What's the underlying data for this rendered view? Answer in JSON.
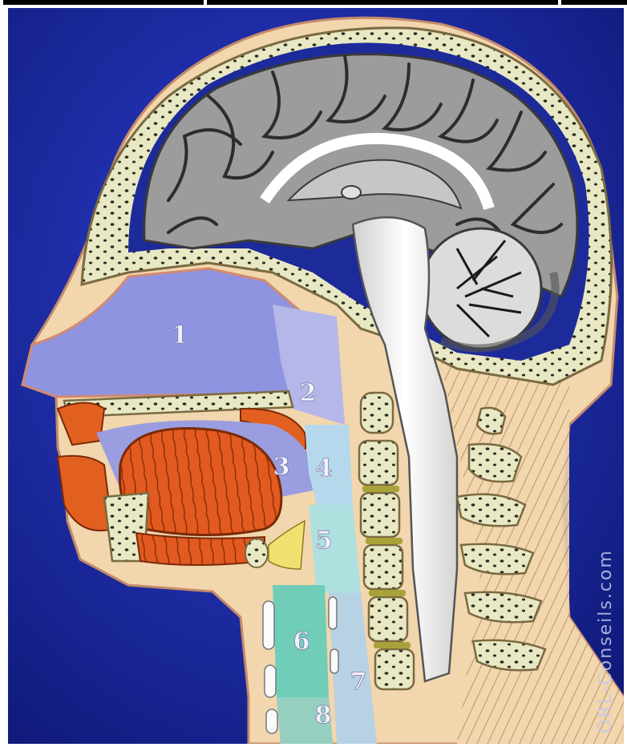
{
  "figure": {
    "labels": [
      "1",
      "2",
      "3",
      "4",
      "5",
      "6",
      "7",
      "8"
    ],
    "watermark": "ORL-Conseils.com"
  },
  "colors": {
    "background": "#1a2aa0",
    "nasal_cavity": "#8f94e0",
    "nasopharynx": "#b4b7e8",
    "oral_cavity": "#9a9de0",
    "oropharynx": "#b6d8ec",
    "laryngopharynx": "#aee0df",
    "larynx": "#6fcdb8",
    "esophagus": "#b7d2e4",
    "trachea": "#94cfc0",
    "skin": "#f2d6ad",
    "bone": "#e8e8c4",
    "brain": "#9c9c9c",
    "muscle": "#e55a20"
  }
}
